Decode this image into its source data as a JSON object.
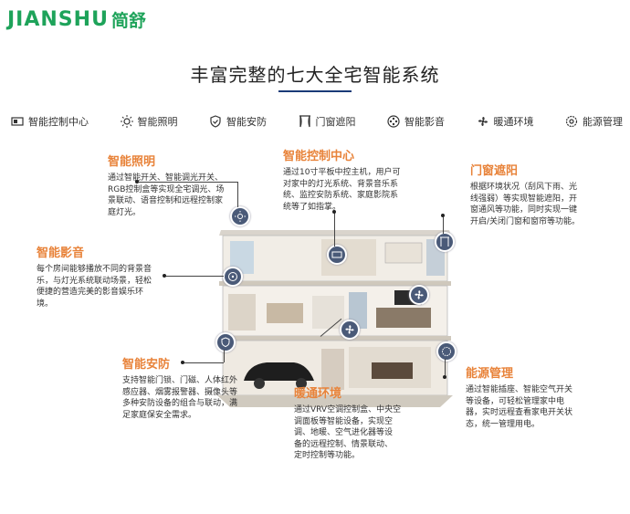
{
  "logo": {
    "latin": "JIANSHU",
    "cn": "简舒"
  },
  "title": "丰富完整的七大全宅智能系统",
  "categories": [
    {
      "label": "智能控制中心",
      "icon": "control-center-icon"
    },
    {
      "label": "智能照明",
      "icon": "light-icon"
    },
    {
      "label": "智能安防",
      "icon": "shield-icon"
    },
    {
      "label": "门窗遮阳",
      "icon": "curtain-icon"
    },
    {
      "label": "智能影音",
      "icon": "media-icon"
    },
    {
      "label": "暖通环境",
      "icon": "fan-icon"
    },
    {
      "label": "能源管理",
      "icon": "energy-icon"
    }
  ],
  "sections": {
    "lighting": {
      "title": "智能照明",
      "lines": [
        "通过智能开关、智能调光开关、",
        "RGB控制盒等实现全宅调光、场",
        "景联动、语音控制和远程控制家",
        "庭灯光。"
      ]
    },
    "control": {
      "title": "智能控制中心",
      "lines": [
        "通过10寸平板中控主机，用户可",
        "对家中的灯光系统、背景音乐系",
        "统、监控安防系统、家庭影院系",
        "统等了如指掌。"
      ]
    },
    "curtain": {
      "title": "门窗遮阳",
      "lines": [
        "根据环境状况（刮风下雨、光",
        "线强弱）等实现智能遮阳，开",
        "窗通风等功能，同时实现一键",
        "开启/关闭门窗和窗帘等功能。"
      ]
    },
    "media": {
      "title": "智能影音",
      "lines": [
        "每个房间能够播放不同的背景音",
        "乐，与灯光系统联动场景，轻松",
        "便捷的营造完美的影音娱乐环",
        "境。"
      ]
    },
    "security": {
      "title": "智能安防",
      "lines": [
        "支持智能门锁、门磁、人体红外",
        "感应器、烟雾报警器、摄像头等",
        "多种安防设备的组合与联动，满",
        "足家庭保安全需求。"
      ]
    },
    "hvac": {
      "title": "暖通环境",
      "lines": [
        "通过VRV空调控制盒、中央空",
        "调面板等智能设备，实现空",
        "调、地暖、空气进化器等设",
        "备的远程控制、情景联动、",
        "定时控制等功能。"
      ]
    },
    "energy": {
      "title": "能源管理",
      "lines": [
        "通过智能插座、智能空气开关",
        "等设备，可轻松管理家中电",
        "器，实时远程查看家电开关状",
        "态，统一管理用电。"
      ]
    }
  },
  "colors": {
    "brand": "#1ea35a",
    "accent": "#e8833a",
    "underline": "#1a3b78",
    "icon_circle": "#4a5a78"
  }
}
